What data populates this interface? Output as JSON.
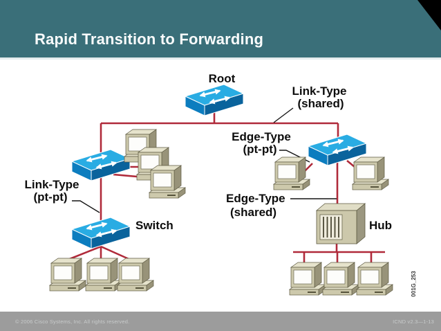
{
  "slide": {
    "title": "Rapid Transition to Forwarding",
    "watermark": "001G_253",
    "footer": {
      "copyright": "© 2006 Cisco Systems, Inc. All rights reserved.",
      "slide_id": "ICND v2.3—1-13"
    }
  },
  "colors": {
    "header_teal": "#3A6F79",
    "link_red": "#B02A3A",
    "callout_black": "#141414",
    "switch_blue_top": "#29ACE3",
    "switch_blue_front": "#0C7DBF",
    "switch_blue_side": "#0A639C",
    "device_beige": "#CDC9AC",
    "footer_gray": "#9C9C9C"
  },
  "labels": {
    "root": "Root",
    "link_type_shared": {
      "line1": "Link-Type",
      "line2": "(shared)"
    },
    "edge_type_ptpt": {
      "line1": "Edge-Type",
      "line2": "(pt-pt)"
    },
    "link_type_ptpt": {
      "line1": "Link-Type",
      "line2": "(pt-pt)"
    },
    "edge_type_shared": {
      "line1": "Edge-Type",
      "line2": "(shared)"
    },
    "switch": "Switch",
    "hub": "Hub"
  },
  "topology": {
    "nodes": [
      {
        "id": "root-switch",
        "type": "switch",
        "label": "Root"
      },
      {
        "id": "upper-left-switch",
        "type": "switch",
        "attached_pcs": 3
      },
      {
        "id": "lower-left-switch",
        "type": "switch",
        "label": "Switch",
        "attached_pcs": 3
      },
      {
        "id": "right-switch",
        "type": "switch",
        "attached_pcs": 2
      },
      {
        "id": "hub",
        "type": "hub",
        "label": "Hub",
        "attached_pcs": 3
      }
    ],
    "links": [
      {
        "from": "root-switch",
        "to": "upper-left-switch",
        "label": "Link-Type (shared)"
      },
      {
        "from": "root-switch",
        "to": "right-switch",
        "label": "Link-Type (shared)"
      },
      {
        "from": "upper-left-switch",
        "to": "lower-left-switch",
        "label": "Link-Type (pt-pt)"
      },
      {
        "from": "right-switch",
        "to": "pc",
        "label": "Edge-Type (pt-pt)"
      },
      {
        "from": "right-switch",
        "to": "hub",
        "label": "Edge-Type (shared)"
      }
    ]
  }
}
